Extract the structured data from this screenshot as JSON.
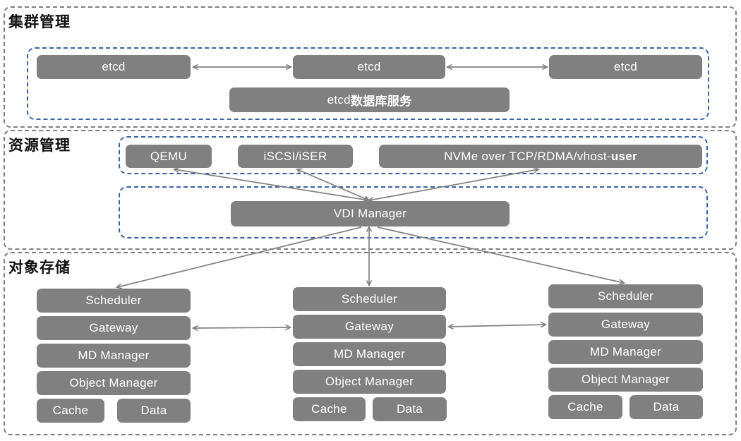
{
  "colors": {
    "node_fill": "#808080",
    "node_text": "#ffffff",
    "section_border": "#7f7f7f",
    "group_border": "#3a62a8",
    "arrow": "#818181",
    "title_text": "#111111"
  },
  "cluster_section": {
    "title": "集群管理",
    "nodes": {
      "etcd_a": "etcd",
      "etcd_b": "etcd",
      "etcd_c": "etcd",
      "db_prefix": "etcd ",
      "db_cjk": "数据库服务"
    }
  },
  "resource_section": {
    "title": "资源管理",
    "nodes": {
      "qemu": "QEMU",
      "iscsi": "iSCSI/iSER",
      "nvme_prefix": "NVMe over TCP/RDMA/vhost-",
      "nvme_bold": "user",
      "vdi": "VDI Manager"
    }
  },
  "storage_section": {
    "title": "对象存储",
    "stacks": [
      {
        "scheduler": "Scheduler",
        "gateway": "Gateway",
        "md_manager": "MD Manager",
        "object_manager": "Object Manager",
        "cache": "Cache",
        "data": "Data"
      },
      {
        "scheduler": "Scheduler",
        "gateway": "Gateway",
        "md_manager": "MD Manager",
        "object_manager": "Object Manager",
        "cache": "Cache",
        "data": "Data"
      },
      {
        "scheduler": "Scheduler",
        "gateway": "Gateway",
        "md_manager": "MD Manager",
        "object_manager": "Object Manager",
        "cache": "Cache",
        "data": "Data"
      }
    ]
  }
}
